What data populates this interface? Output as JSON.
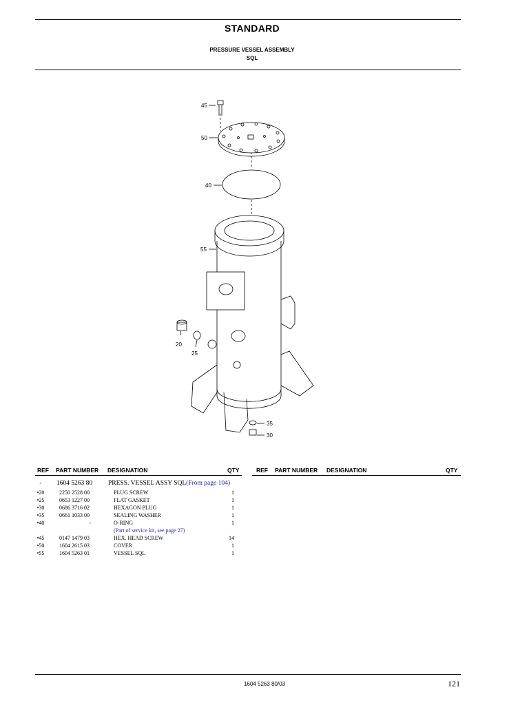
{
  "header": {
    "title": "STANDARD",
    "subtitle_line1": "PRESSURE VESSEL ASSEMBLY",
    "subtitle_line2": "SQL"
  },
  "diagram": {
    "callouts": [
      "45",
      "50",
      "40",
      "55",
      "20",
      "25",
      "35",
      "30"
    ]
  },
  "table_left": {
    "headers": {
      "ref": "REF",
      "part_number": "PART NUMBER",
      "designation": "DESIGNATION",
      "qty": "QTY"
    },
    "assembly": {
      "ref": "-",
      "part_number": "1604 5263 80",
      "designation": "PRESS. VESSEL ASSY SQL",
      "link": "(From page 104)"
    },
    "rows": [
      {
        "ref": "•20",
        "part_number": "2250 2528 00",
        "designation": "PLUG SCREW",
        "qty": "1"
      },
      {
        "ref": "•25",
        "part_number": "0653 1227 00",
        "designation": "FLAT GASKET",
        "qty": "1"
      },
      {
        "ref": "•30",
        "part_number": "0686 3716 02",
        "designation": "HEXAGON PLUG",
        "qty": "1"
      },
      {
        "ref": "•35",
        "part_number": "0661 1033 00",
        "designation": "SEALING WASHER",
        "qty": "1"
      },
      {
        "ref": "•40",
        "part_number": "-",
        "designation": "O-RING",
        "qty": "1"
      },
      {
        "ref": "",
        "part_number": "",
        "designation": "(Part of service kit, see page 27)",
        "qty": ""
      },
      {
        "ref": "•45",
        "part_number": "0147 1479 03",
        "designation": "HEX. HEAD SCREW",
        "qty": "14"
      },
      {
        "ref": "•50",
        "part_number": "1604 2615 03",
        "designation": "COVER",
        "qty": "1"
      },
      {
        "ref": "•55",
        "part_number": "1604 5263 01",
        "designation": "VESSEL SQL",
        "qty": "1"
      }
    ]
  },
  "table_right": {
    "headers": {
      "ref": "REF",
      "part_number": "PART NUMBER",
      "designation": "DESIGNATION",
      "qty": "QTY"
    }
  },
  "footer": {
    "document_code": "1604 5263 80/03",
    "page_number": "121"
  }
}
